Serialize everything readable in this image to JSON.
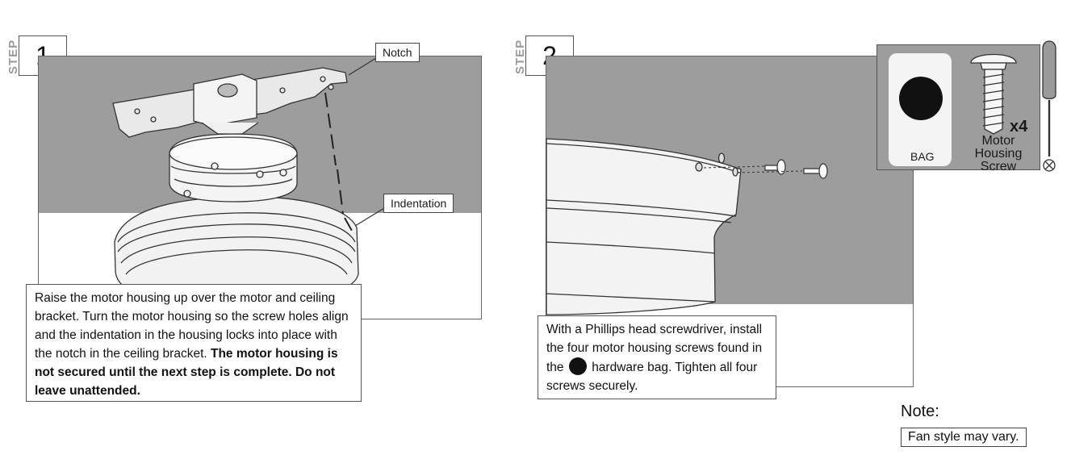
{
  "step_word": "STEP",
  "step1": {
    "number": "1",
    "callouts": {
      "notch": "Notch",
      "indentation": "Indentation"
    },
    "text_normal": "Raise the motor housing up over the motor and ceiling bracket. Turn the motor housing so the screw holes align and the indentation in the housing locks into place with the notch in the ceiling bracket. ",
    "text_bold": "The motor housing is not secured until the next step is complete. Do not leave unattended."
  },
  "step2": {
    "number": "2",
    "kit": {
      "bag_label": "BAG",
      "quantity": "x4",
      "screw_label_1": "Motor Housing",
      "screw_label_2": "Screw"
    },
    "text_part1": "With a Phillips head screwdriver, install the four motor housing screws found in the",
    "text_part2": "hardware bag. Tighten all four screws securely."
  },
  "note": {
    "label": "Note:",
    "text": "Fan style may vary."
  }
}
